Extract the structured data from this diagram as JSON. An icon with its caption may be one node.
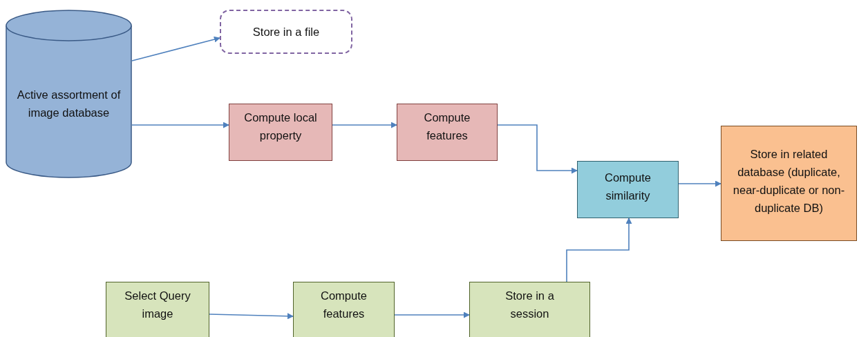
{
  "diagram": {
    "nodes": [
      {
        "text": [
          "Active assortment of image database"
        ]
      },
      {
        "text": [
          "Store in a file"
        ]
      },
      {
        "text": [
          "Compute local property"
        ]
      },
      {
        "text": [
          "Compute features"
        ]
      },
      {
        "text": [
          "Compute similarity"
        ]
      },
      {
        "text": [
          "Store in related database (duplicate, near-duplicate or non-duplicate DB)"
        ]
      },
      {
        "text": [
          "Select Query image"
        ]
      },
      {
        "text": [
          "Compute features"
        ]
      },
      {
        "text": [
          "Store in a session"
        ]
      }
    ],
    "edges": [
      {
        "from": 0,
        "to": 1,
        "arrow": "to"
      },
      {
        "from": 0,
        "to": 2,
        "arrow": "to"
      },
      {
        "from": 2,
        "to": 3,
        "arrow": "to"
      },
      {
        "from": 3,
        "to": 4,
        "arrow": "to"
      },
      {
        "from": 4,
        "to": 5,
        "arrow": "to"
      },
      {
        "from": 6,
        "to": 7,
        "arrow": "to"
      },
      {
        "from": 7,
        "to": 8,
        "arrow": "to"
      },
      {
        "from": 8,
        "to": 4,
        "arrow": "to"
      }
    ]
  }
}
